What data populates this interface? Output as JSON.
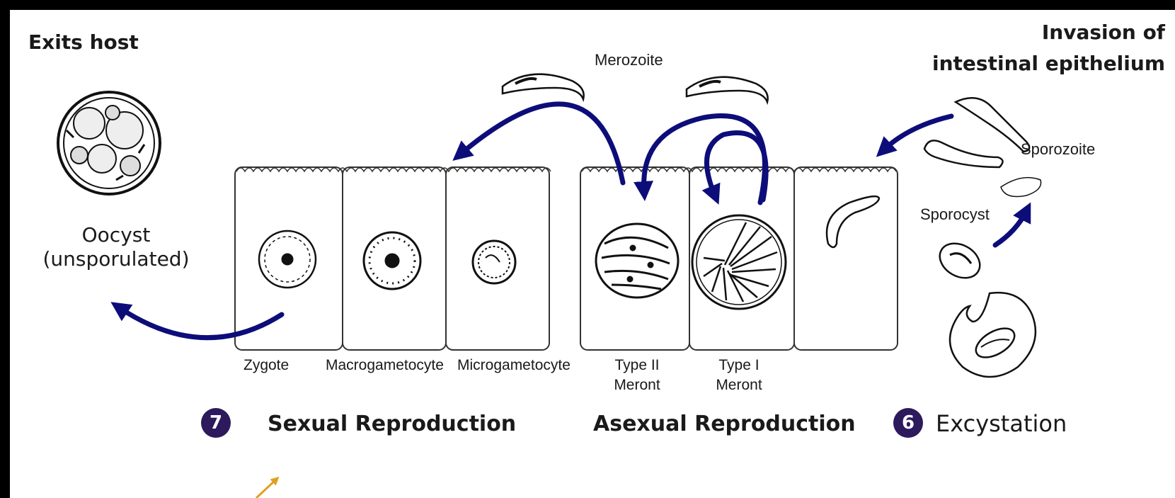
{
  "labels": {
    "exits_host": "Exits host",
    "invasion_line1": "Invasion of",
    "invasion_line2": "intestinal epithelium",
    "merozoite": "Merozoite",
    "sporozoite": "Sporozoite",
    "sporocyst": "Sporocyst",
    "oocyst_line1": "Oocyst",
    "oocyst_line2": "(unsporulated)",
    "zygote": "Zygote",
    "macrogametocyte": "Macrogametocyte",
    "microgametocyte": "Microgametocyte",
    "type2_line1": "Type II",
    "type2_line2": "Meront",
    "type1_line1": "Type I",
    "type1_line2": "Meront"
  },
  "stages": {
    "sexual_number": "7",
    "sexual_label": "Sexual Reproduction",
    "asexual_label": "Asexual Reproduction",
    "excyst_number": "6",
    "excyst_label": "Excystation"
  },
  "colors": {
    "arrow": "#0d0d7a",
    "badge": "#2c1a5c",
    "cursor": "#e0a020"
  }
}
